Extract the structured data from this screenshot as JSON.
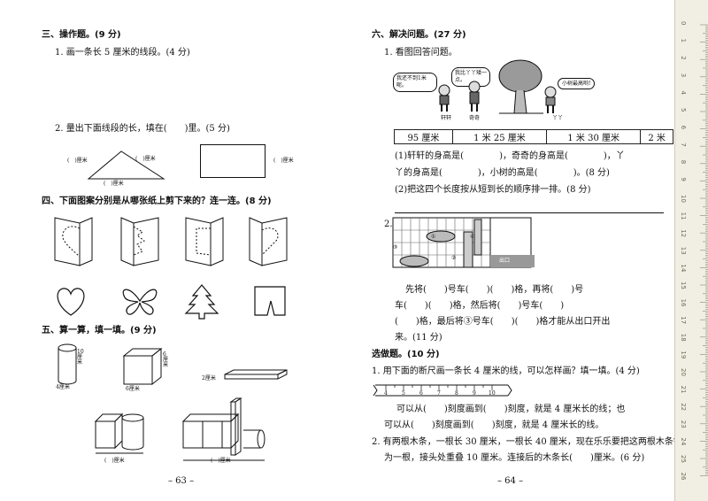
{
  "left_page": {
    "sec3_title": "三、操作题。(9 分)",
    "q1": "1. 画一条长 5 厘米的线段。(4 分)",
    "q2": "2. 量出下面线段的长，填在(　　)里。(5 分)",
    "tri_left": "(　)厘米",
    "tri_right": "(　)厘米",
    "tri_bottom": "(　)厘米",
    "rect_right": "(　)厘米",
    "sec4_title": "四、下面图案分别是从哪张纸上剪下来的？连一连。(8 分)",
    "sec5_title": "五、算一算，填一填。(9 分)",
    "cyl_h": "10厘米",
    "cyl_w": "4厘米",
    "cube_h": "6厘米",
    "cube_w": "6厘米",
    "plate_h": "2厘米",
    "grp1_bottom": "(　)厘米",
    "grp2_bottom": "(　)厘米",
    "page_no": "– 63 –"
  },
  "right_page": {
    "sec6_title": "六、解决问题。(27 分)",
    "q1": "1. 看图回答问题。",
    "bubble1": "我还不到1米呢。",
    "bubble2": "我比丫丫矮一点。",
    "bubble3": "小树最高哟!",
    "name1": "轩轩",
    "name2": "奇奇",
    "name3": "丫丫",
    "table_cells": [
      "95 厘米",
      "1 米 25 厘米",
      "1 米 30 厘米",
      "2 米"
    ],
    "q1_1a": "(1)轩轩的身高是(　　　　)，奇奇的身高是(　　　　)，丫",
    "q1_1b": "丫的身高是(　　　　)，小树的高是(　　　　)。(8 分)",
    "q1_2": "(2)把这四个长度按从短到长的顺序排一排。(8 分)",
    "q2_label": "2.",
    "car1": "①",
    "car2": "②",
    "car3": "③",
    "car4": "④",
    "exit": "出口",
    "q2a": "先将(　　)号车(　　)(　　)格，再将(　　)号",
    "q2b": "车(　　)(　　)格，然后将(　　)号车(　　)",
    "q2c": "(　　)格，最后将③号车(　　)(　　)格才能从出口开出",
    "q2d": "来。(11 分)",
    "sel_title": "选做题。(10 分)",
    "s1": "1. 用下面的断尺画一条长 4 厘米的线，可以怎样画？填一填。(4 分)",
    "ruler_ticks": [
      "4",
      "5",
      "6",
      "7",
      "8",
      "9",
      "10"
    ],
    "s1a": "可以从(　　)刻度画到(　　)刻度，就是 4 厘米长的线；也",
    "s1b": "可以从(　　)刻度画到(　　)刻度，就是 4 厘米长的线。",
    "s2a": "2. 有两根木条，一根长 30 厘米，一根长 40 厘米，现在乐乐要把这两根木条钉",
    "s2b": "为一根，接头处重叠 10 厘米。连接后的木条长(　　)厘米。(6 分)",
    "page_no": "– 64 –"
  },
  "side_ruler": {
    "numbers": [
      "0",
      "1",
      "2",
      "3",
      "4",
      "5",
      "6",
      "7",
      "8",
      "9",
      "10",
      "11",
      "12",
      "13",
      "14",
      "15",
      "16",
      "17",
      "18",
      "19",
      "20",
      "21",
      "22",
      "23",
      "24",
      "25",
      "26"
    ]
  }
}
